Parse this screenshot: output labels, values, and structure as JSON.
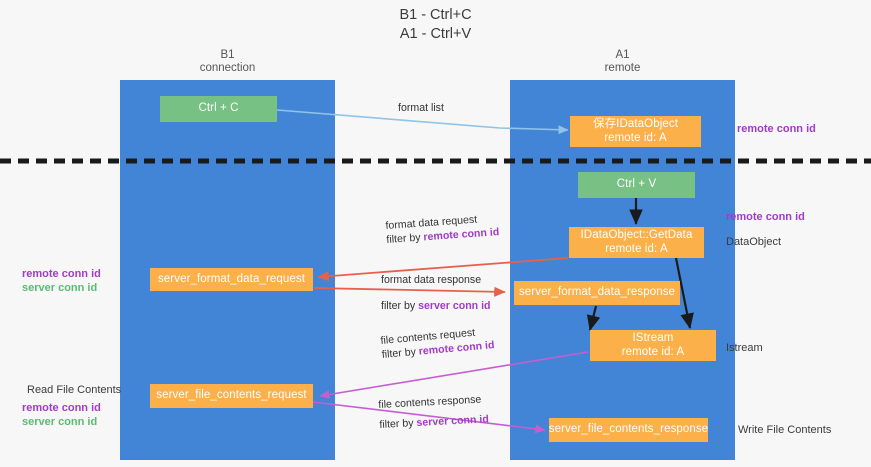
{
  "title": "B1 - Ctrl+C\nA1 - Ctrl+V",
  "columns": {
    "left": {
      "name": "B1",
      "sub": "connection",
      "header": "B1\nconnection"
    },
    "right": {
      "name": "A1",
      "sub": "remote",
      "header": "A1\nremote"
    }
  },
  "colors": {
    "lane": "#4285d6",
    "green_box": "#76c183",
    "orange_box": "#fbb04a",
    "purple_key": "#a23bc8",
    "green_key": "#5bbb72",
    "background": "#f7f7f7",
    "divider": "#1a1a1a",
    "arrow_format_list": "#8ec4e8",
    "arrow_format_data": "#e8604c",
    "arrow_file_contents": "#c45fd0",
    "arrow_black": "#1a1a1a"
  },
  "boxes": {
    "ctrl_c": "Ctrl + C",
    "ctrl_v": "Ctrl + V",
    "save_idataobject": "保存IDataObject\nremote id: A",
    "getdata": "IDataObject::GetData\nremote id: A",
    "server_format_data_request": "server_format_data_request",
    "server_format_data_response": "server_format_data_response",
    "istream": "IStream\nremote id: A",
    "server_file_contents_request": "server_file_contents_request",
    "server_file_contents_response": "server_file_contents_response"
  },
  "edge_labels": {
    "format_list": "format list",
    "format_data_request": "format data request",
    "format_data_request_filter_prefix": "filter by ",
    "format_data_request_filter_key": "remote conn id",
    "format_data_response": "format data response",
    "format_data_response_filter_prefix": "filter by ",
    "format_data_response_filter_key": "server conn id",
    "file_contents_request": "file contents request",
    "file_contents_request_filter_prefix": "filter by ",
    "file_contents_request_filter_key": "remote conn id",
    "file_contents_response": "file contents response",
    "file_contents_response_filter_prefix": "filter by ",
    "file_contents_response_filter_key": "server conn id"
  },
  "side_labels": {
    "right_remote_conn_id_top": "remote conn id",
    "right_remote_conn_id_mid": "remote conn id",
    "dataobject": "DataObject",
    "istream": "Istream",
    "write_file_contents": "Write File Contents",
    "read_file_contents": "Read File Contents",
    "left_keys_mid_remote": "remote conn id",
    "left_keys_mid_server": "server conn id",
    "left_keys_bottom_remote": "remote conn id",
    "left_keys_bottom_server": "server conn id"
  }
}
